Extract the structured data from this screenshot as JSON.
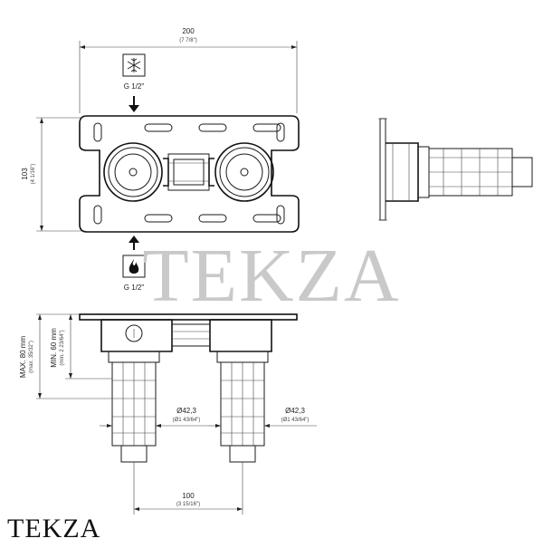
{
  "top_view": {
    "width_mm": "200",
    "width_in": "(7 7/8\")",
    "height_mm": "103",
    "height_in": "(4 1/16\")",
    "cold_label": "G 1/2\"",
    "hot_label": "G 1/2\""
  },
  "bottom_view": {
    "max_depth_mm": "MAX. 80 mm",
    "max_depth_in": "(max. 35/32\")",
    "min_depth_mm": "MIN. 60 mm",
    "min_depth_in": "(min. 2 23/64\")",
    "dia_left": "Ø42,3",
    "dia_left_in": "(Ø1 43/64\")",
    "dia_right": "Ø42,3",
    "dia_right_in": "(Ø1 43/64\")",
    "spacing_mm": "100",
    "spacing_in": "(3 15/16\")"
  },
  "watermark": "TEKZA",
  "brand": "TEKZA",
  "icons": [
    "snowflake-icon",
    "flame-icon",
    "arrow-down-icon",
    "arrow-up-icon"
  ]
}
